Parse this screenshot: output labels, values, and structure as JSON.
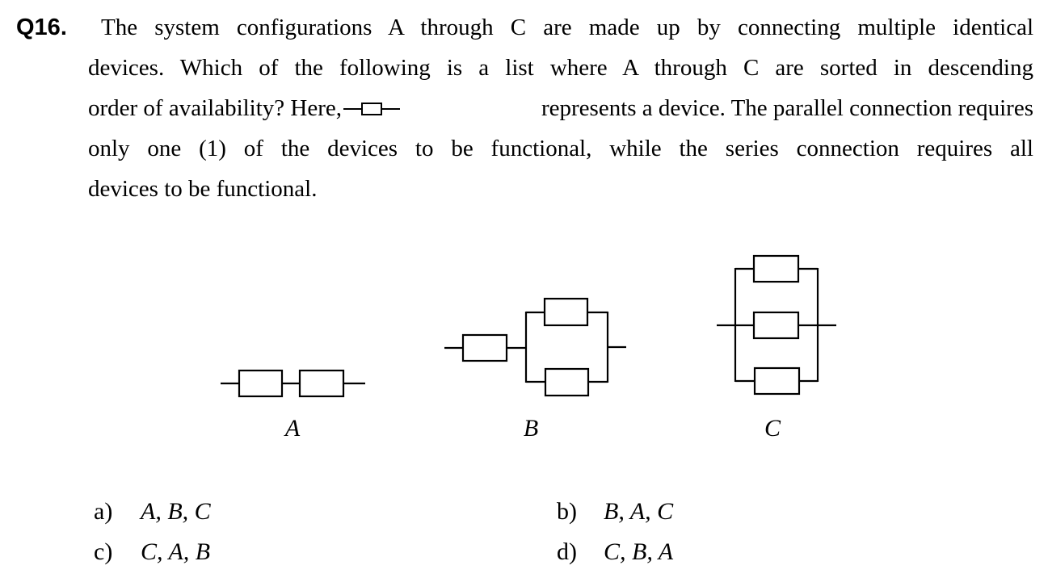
{
  "question": {
    "number": "Q16.",
    "lines": [
      "The system configurations A through C are made up by connecting multiple identical",
      "devices. Which of the following is a list where A through C are sorted in descending",
      "order of availability? Here,",
      "represents a device. The parallel connection requires",
      "only one (1) of the devices to be functional, while the series connection requires all",
      "devices to be functional."
    ],
    "inline_symbol": "device-symbol"
  },
  "diagrams": [
    {
      "label": "A",
      "description": "two devices in series"
    },
    {
      "label": "B",
      "description": "one device in series with two devices in parallel"
    },
    {
      "label": "C",
      "description": "three devices in parallel"
    }
  ],
  "options": [
    {
      "key": "a)",
      "value": "A, B, C"
    },
    {
      "key": "b)",
      "value": "B, A, C"
    },
    {
      "key": "c)",
      "value": "C, A, B"
    },
    {
      "key": "d)",
      "value": "C, B, A"
    }
  ]
}
